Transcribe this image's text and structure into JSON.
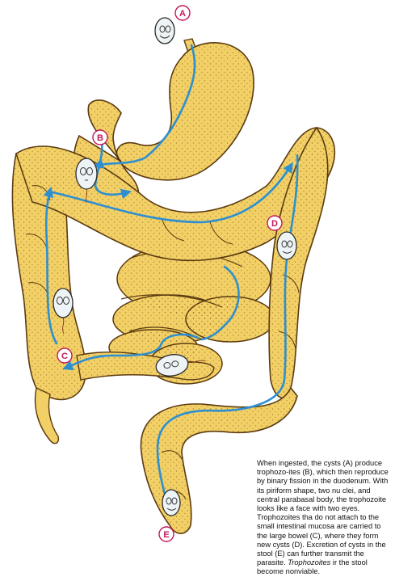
{
  "colors": {
    "intestine_fill": "#f2d066",
    "intestine_stroke": "#5a3a10",
    "stipple": "#7a5418",
    "pathway": "#2e8fd0",
    "label_ring": "#c2185b",
    "label_text": "#c2185b",
    "organism_fill": "#eef3f6"
  },
  "icons": {
    "cyst": "cyst-icon",
    "trophozoite": "trophozoite-icon",
    "pathway_arrow": "arrow-icon"
  },
  "labels": {
    "A": "A",
    "B": "B",
    "C": "C",
    "D": "D",
    "E": "E"
  },
  "caption": {
    "part1": "When ingested, the cysts (A) produce trophozo-ites (B), which then reproduce by binary fission in the duodenum. With its piriform shape, two nu clei, and central parabasal body, the trophozoite looks like a face with two eyes. Trophozoites tha do not attach to the small intestinal mucosa are carried to the large bowel (C), where they form new cysts (D). Excretion of cysts in the stool (E) can further transmit the parasite.",
    "italic": "Trophozoites",
    "part2": "ir the stool become nonviable."
  }
}
